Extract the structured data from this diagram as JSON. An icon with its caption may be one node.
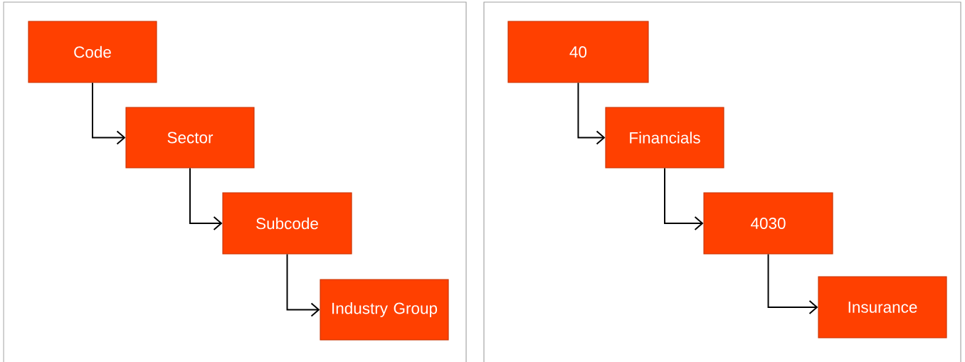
{
  "diagram": {
    "nodes": [
      {
        "text": [
          "Code"
        ]
      },
      {
        "text": [
          "Sector"
        ]
      },
      {
        "text": [
          "Subcode"
        ]
      },
      {
        "text": [
          "Industry Group"
        ]
      },
      {
        "text": [
          "40"
        ]
      },
      {
        "text": [
          "Financials"
        ]
      },
      {
        "text": [
          "4030"
        ]
      },
      {
        "text": [
          "Insurance"
        ]
      }
    ],
    "edges": [
      {
        "from": 0,
        "to": 1,
        "arrow": "to"
      },
      {
        "from": 1,
        "to": 2,
        "arrow": "to"
      },
      {
        "from": 2,
        "to": 3,
        "arrow": "to"
      },
      {
        "from": 4,
        "to": 5,
        "arrow": "to"
      },
      {
        "from": 5,
        "to": 6,
        "arrow": "to"
      },
      {
        "from": 6,
        "to": 7,
        "arrow": "to"
      }
    ]
  }
}
